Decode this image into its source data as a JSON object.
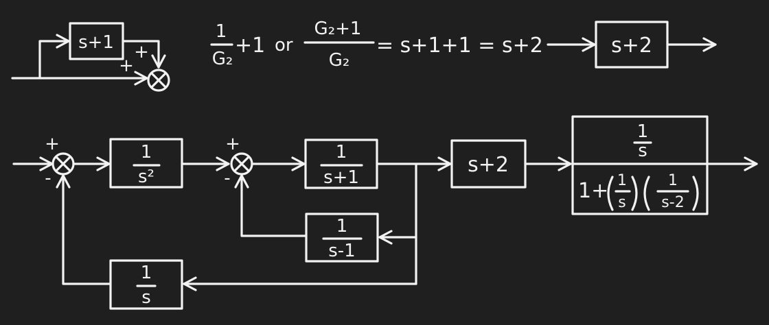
{
  "colors": {
    "background": "#1f1f1f",
    "ink": "#f2f2f2"
  },
  "top": {
    "feedforward_block": "s+1",
    "sum_sign_top": "+",
    "sum_sign_left": "+",
    "equation": {
      "frac1_num": "1",
      "frac1_den": "G₂",
      "plus_one": "+1",
      "or_word": "or",
      "frac2_num": "G₂+1",
      "frac2_den": "G₂",
      "result": "= s+1+1 = s+2"
    },
    "result_block": "s+2"
  },
  "diagram": {
    "sum1_sign_plus": "+",
    "sum1_sign_minus": "-",
    "block_1_num": "1",
    "block_1_den": "s²",
    "sum2_sign_plus": "+",
    "sum2_sign_minus": "-",
    "block_2_num": "1",
    "block_2_den": "s+1",
    "block_3": "s+2",
    "block_4_num": "1",
    "block_4_den": "s",
    "block_4_den_lead": "1+",
    "block_4_f1_num": "1",
    "block_4_f1_den": "s",
    "block_4_f2_num": "1",
    "block_4_f2_den": "s-2",
    "feedback_inner_num": "1",
    "feedback_inner_den": "s-1",
    "feedback_outer_num": "1",
    "feedback_outer_den": "s"
  }
}
